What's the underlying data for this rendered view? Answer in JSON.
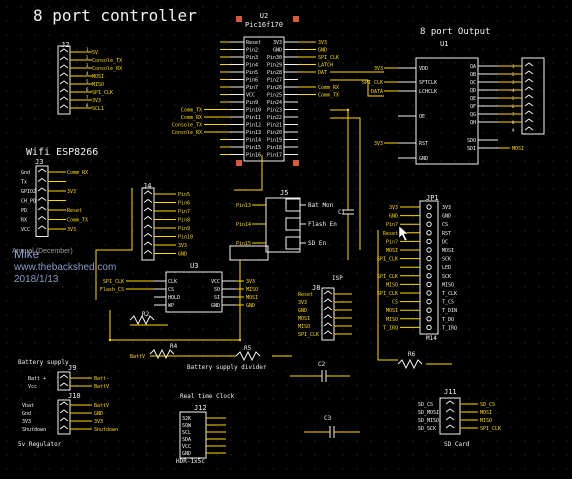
{
  "title": "8 port controller",
  "u2": {
    "ref": "U2",
    "value": "Pic16f170",
    "left_pins": [
      "Reset",
      "Pin2",
      "Pin3",
      "Pin4",
      "Pin5",
      "Pin6",
      "Pin7",
      "VCC",
      "Pin9",
      "Pin10",
      "Pin11",
      "Pin12",
      "Pin13",
      "Pin14",
      "Pin15",
      "Pin16"
    ],
    "right_pins": [
      "3V3",
      "GND",
      "Pin30",
      "Pin29",
      "Pin28",
      "Pin27",
      "Pin26",
      "Pin25",
      "Pin24",
      "Pin23",
      "Pin22",
      "Pin21",
      "Pin20",
      "Pin19",
      "Pin18",
      "Pin17"
    ],
    "left_nets": [
      "",
      "",
      "",
      "",
      "",
      "",
      "",
      "",
      "",
      "Comm_TX",
      "Comm_RX",
      "Console_TX",
      "Console_RX",
      "",
      "",
      ""
    ],
    "right_nets": [
      "3V3",
      "GND",
      "SPI_CLK",
      "LATCH",
      "DAT",
      "",
      "Comm_RX",
      "Comm_TX",
      "",
      "",
      "",
      "",
      "",
      "",
      "",
      ""
    ]
  },
  "u1": {
    "ref": "U1",
    "label": "8 port Output",
    "left_pins": [
      "VDD",
      "SFTCLK",
      "LCHCLK",
      "OE",
      "RST",
      "GND"
    ],
    "right_pins": [
      "QA",
      "QB",
      "QC",
      "QD",
      "QE",
      "QF",
      "QG",
      "QH",
      "SDO",
      "SDI"
    ],
    "left_nets": [
      "3V3",
      "SPI_CLK",
      "DATA",
      "",
      "3V3",
      ""
    ],
    "right_nets": [
      "",
      "",
      "",
      "",
      "",
      "",
      "",
      "",
      "",
      "MOSI"
    ]
  },
  "u1_header": {
    "pins": [
      "1",
      "2",
      "3",
      "4",
      "5",
      "6",
      "7",
      "8",
      "9"
    ]
  },
  "j2": {
    "ref": "J2",
    "nets": [
      "5V",
      "Console_TX",
      "Console_RX",
      "MOSI",
      "MISO",
      "SPI_CLK",
      "3V3",
      "SCL1"
    ]
  },
  "j3": {
    "ref": "J3",
    "title": "Wifi ESP8266",
    "pins": [
      "Gnd",
      "Tx",
      "GPIO2",
      "CH_PD",
      "PD",
      "RX",
      "VCC"
    ],
    "nets": [
      "Comm_RX",
      "",
      "3V3",
      "",
      "Reset",
      "Comm_TX",
      "3V3"
    ]
  },
  "j4": {
    "ref": "J4",
    "nets": [
      "Pin5",
      "Pin6",
      "Pin7",
      "Pin8",
      "Pin9",
      "Pin10",
      "3V3",
      "GND"
    ]
  },
  "j5": {
    "ref": "J5",
    "nets": [
      "Pin13",
      "Pin14",
      "Pin15"
    ],
    "labels": [
      "Bat Mon",
      "Flash En",
      "SD En"
    ]
  },
  "j8": {
    "ref": "J8",
    "label": "ISP",
    "nets": [
      "Reset",
      "3V3",
      "GND",
      "MOSI",
      "MISO",
      "SPI_CLK"
    ]
  },
  "j9": {
    "ref": "J9",
    "label": "Battery supply",
    "pins": [
      "Batt +",
      "Vcc"
    ],
    "nets": [
      "Batt-",
      "BattV"
    ]
  },
  "j10": {
    "ref": "J10",
    "pins": [
      "Vbat",
      "Gnd",
      "3V3",
      "Shutdown"
    ],
    "nets": [
      "BattV",
      "GND",
      "3V3",
      "Shutdown"
    ],
    "label": "5v Regulator"
  },
  "j11": {
    "ref": "J11",
    "label": "SD Card",
    "left_pins": [
      "SD_CS",
      "SD_MOSI",
      "SD_MISO",
      "SD_SCK"
    ],
    "right_nets": [
      "SD_CS",
      "MOSI",
      "MISO",
      "SPI_CLK"
    ]
  },
  "j12": {
    "ref": "J12",
    "label": "Real time Clock",
    "pins": [
      "32K",
      "SQW",
      "SCL",
      "SDA",
      "VCC",
      "GND"
    ],
    "footer": "HDR-1x5c"
  },
  "jp1": {
    "ref": "JP1",
    "footer": "M14",
    "pins": [
      "3V3",
      "GND",
      "CS",
      "RST",
      "DC",
      "MOSI",
      "SCK",
      "LED",
      "SCK",
      "MISO",
      "T_CLK",
      "T_CS",
      "T_DIN",
      "T_DO",
      "T_IRQ"
    ],
    "nets": [
      "3V3",
      "GND",
      "Pin?",
      "Reset",
      "Pin?",
      "MOSI",
      "SPI_CLK",
      "",
      "SPI_CLK",
      "MISO",
      "SPI_CLK",
      "CS",
      "MOSI",
      "MISO",
      "T_IRQ"
    ]
  },
  "u3": {
    "ref": "U3",
    "left_pins": [
      "CLK",
      "CS",
      "HOLD",
      "WP"
    ],
    "right_pins": [
      "VCC",
      "SO",
      "SI",
      "GND"
    ],
    "left_nets": [
      "SPI_CLK",
      "Flash_CS",
      "",
      ""
    ],
    "right_nets": [
      "3V3",
      "MISO",
      "MOSI",
      "GND"
    ]
  },
  "passives": {
    "r2": "R2",
    "r4": "R4",
    "r5": "R5",
    "r6": "R6",
    "c1": "C1",
    "c2": "C2",
    "c3": "C3",
    "battery_divider": "Battery supply divider",
    "battv": "BattV"
  },
  "watermark": {
    "author": "Mike",
    "site": "www.thebackshed.com",
    "date": "2018/1/13",
    "tagline": "Annual (December)"
  }
}
